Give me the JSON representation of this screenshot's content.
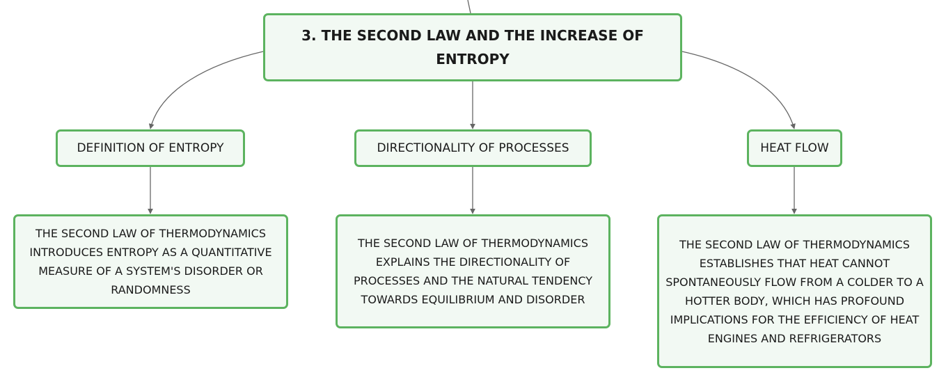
{
  "root": {
    "title": "3. THE SECOND LAW AND THE INCREASE OF ENTROPY"
  },
  "branches": [
    {
      "label": "DEFINITION OF ENTROPY",
      "detail": "THE SECOND LAW OF THERMODYNAMICS INTRODUCES ENTROPY AS A QUANTITATIVE MEASURE OF A SYSTEM'S DISORDER OR RANDOMNESS"
    },
    {
      "label": "DIRECTIONALITY OF PROCESSES",
      "detail": "THE SECOND LAW OF THERMODYNAMICS EXPLAINS THE DIRECTIONALITY OF PROCESSES AND THE NATURAL TENDENCY TOWARDS EQUILIBRIUM AND DISORDER"
    },
    {
      "label": "HEAT FLOW",
      "detail": "THE SECOND LAW OF THERMODYNAMICS ESTABLISHES THAT HEAT CANNOT SPONTANEOUSLY FLOW FROM A COLDER TO A HOTTER BODY, WHICH HAS PROFOUND IMPLICATIONS FOR THE EFFICIENCY OF HEAT ENGINES AND REFRIGERATORS"
    }
  ],
  "colors": {
    "node_border": "#5cb35f",
    "node_fill": "#f2f9f3",
    "connector": "#666666"
  }
}
